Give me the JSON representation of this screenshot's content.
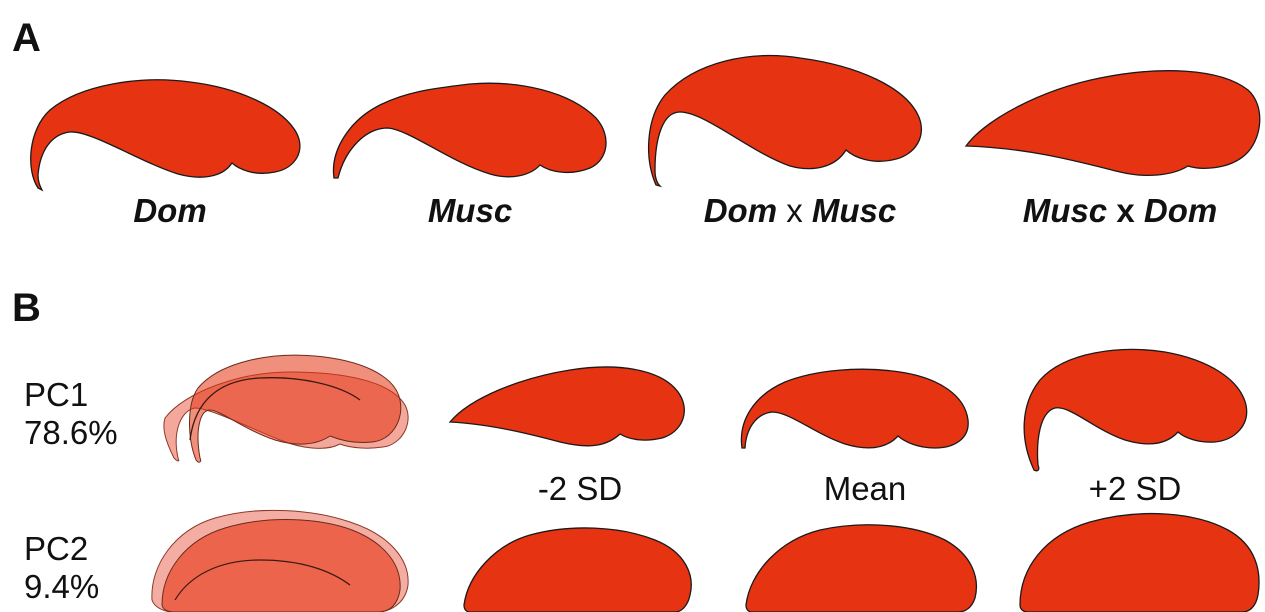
{
  "panels": {
    "a": {
      "letter": "A",
      "labels": [
        {
          "parts": [
            "Dom"
          ]
        },
        {
          "parts": [
            "Musc"
          ]
        },
        {
          "parts": [
            "Dom",
            " x ",
            "Musc"
          ]
        },
        {
          "parts": [
            "Musc",
            " x ",
            "Dom"
          ]
        }
      ]
    },
    "b": {
      "letter": "B",
      "pc1": {
        "name": "PC1",
        "variance": "78.6%"
      },
      "pc2": {
        "name": "PC2",
        "variance": "9.4%"
      },
      "columns": [
        "-2 SD",
        "Mean",
        "+2 SD"
      ]
    }
  },
  "colors": {
    "shape_fill": "#e63312",
    "shape_stroke": "#1a1a1a",
    "overlay_fill": "#e63312",
    "overlay_light": "#f08a7a"
  }
}
